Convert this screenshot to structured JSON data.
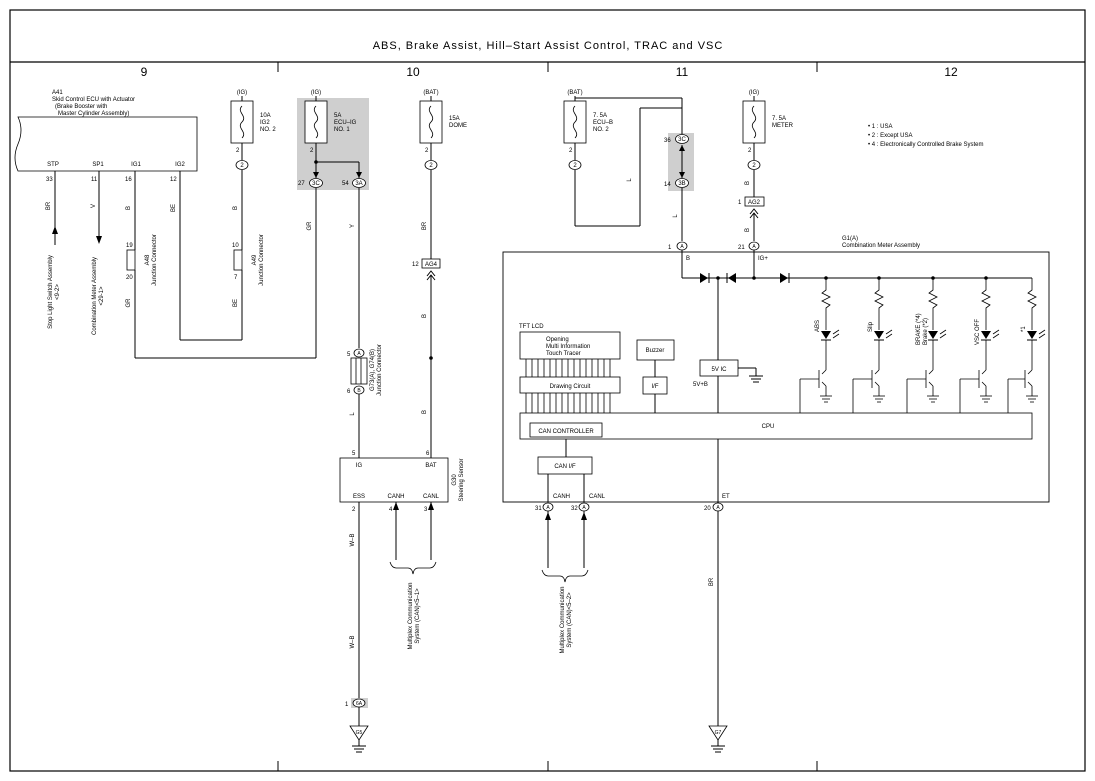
{
  "title": "ABS,  Brake Assist,  Hill–Start Assist Control,  TRAC and VSC",
  "columns": [
    "9",
    "10",
    "11",
    "12"
  ],
  "notes": [
    "• 1 : USA",
    "• 2 : Except USA",
    "• 4 : Electronically Controlled Brake System"
  ],
  "ecu": {
    "code": "A41",
    "name1": "Skid Control ECU with Actuator",
    "name2": "(Brake Booster with",
    "name3": "Master Cylinder Assembly)",
    "pins": [
      {
        "name": "STP",
        "num": "33",
        "wire": "BR"
      },
      {
        "name": "SP1",
        "num": "11",
        "wire": "V"
      },
      {
        "name": "IG1",
        "num": "16",
        "wire": "B"
      },
      {
        "name": "IG2",
        "num": "12",
        "wire": "BE"
      }
    ]
  },
  "targets": {
    "stop_light": "Stop Light Switch Assembly",
    "stop_light_ref": "<9-2>",
    "meter": "Combination Meter Assembly",
    "meter_ref": "<29-1>"
  },
  "junctions": {
    "a48_code": "A48",
    "a48_name": "Junction Connector",
    "a48_pin_top": "19",
    "a48_pin_bot": "20",
    "a49_code": "A49",
    "a49_name": "Junction Connector",
    "a49_pin_top": "10",
    "a49_pin_bot": "7",
    "g73_code": "G73(A), G74(B)",
    "g73_name": "Junction Connector",
    "g73_pin_top": "5",
    "g73_pin_bot": "6"
  },
  "fuses": {
    "ig2": {
      "src": "(IG)",
      "amp": "10A",
      "name": "IG2",
      "no": "NO. 2",
      "pin": "2",
      "conn": "2"
    },
    "ecuig": {
      "src": "(IG)",
      "amp": "5A",
      "name": "ECU–IG",
      "no": "NO. 1",
      "pin": "2",
      "c1": "3C",
      "c1n": "27",
      "c2": "3A",
      "c2n": "54"
    },
    "dome": {
      "src": "(BAT)",
      "amp": "15A",
      "name": "DOME",
      "pin": "2",
      "conn": "2"
    },
    "ecub": {
      "src": "(BAT)",
      "amp": "7. 5A",
      "name": "ECU–B",
      "no": "NO. 2",
      "pin": "2",
      "conn": "2"
    },
    "meter": {
      "src": "(IG)",
      "amp": "7. 5A",
      "name": "METER",
      "pin": "2",
      "conn": "2"
    }
  },
  "wires": {
    "gr": "GR",
    "y": "Y",
    "br": "BR",
    "l": "L",
    "b": "B",
    "be": "BE",
    "wb": "W–B"
  },
  "connectors": {
    "c3c": "3C",
    "c3c_top": "36",
    "c3b": "3B",
    "c3b_bot": "14",
    "ag4": "AG4",
    "ag4_n": "12",
    "ag2": "AG2",
    "ag2_n": "1",
    "a_mark": "A",
    "b_mark": "B",
    "g6a": "6A",
    "g6a_n": "1"
  },
  "steering": {
    "code": "G30",
    "name": "Steering Sensor",
    "pin_ig": "IG",
    "pin_ig_n": "5",
    "pin_bat": "BAT",
    "pin_bat_n": "6",
    "ess": "ESS",
    "ess_n": "2",
    "canh": "CANH",
    "canh_n": "4",
    "canl": "CANL",
    "canl_n": "3"
  },
  "multiplex1": {
    "l1": "Multiplex Communication",
    "l2": "System (CAN)<5–1>"
  },
  "multiplex2": {
    "l1": "Multiplex Communication",
    "l2": "System (CAN)<5–2>"
  },
  "grounds": {
    "g5": "G5",
    "g7": "G7"
  },
  "meter": {
    "code": "G1(A)",
    "name": "Combination Meter Assembly",
    "pin_b_n": "1",
    "pin_b": "B",
    "pin_ig_n": "21",
    "pin_ig": "IG+",
    "tft": "TFT LCD",
    "opening1": "Opening",
    "opening2": "Multi Information",
    "opening3": "Touch Tracer",
    "drawing": "Drawing Circuit",
    "buzzer": "Buzzer",
    "if": "I/F",
    "vic": "5V IC",
    "vb": "5V+B",
    "cpu": "CPU",
    "canctrl": "CAN CONTROLLER",
    "canif": "CAN I/F",
    "canh": "CANH",
    "canh_n": "31",
    "canl": "CANL",
    "canl_n": "32",
    "et": "ET",
    "et_n": "20",
    "leds": [
      "ABS",
      "Slip",
      "BRAKE (*4)",
      "Brake (*2)",
      "VSC OFF",
      "*1"
    ]
  }
}
